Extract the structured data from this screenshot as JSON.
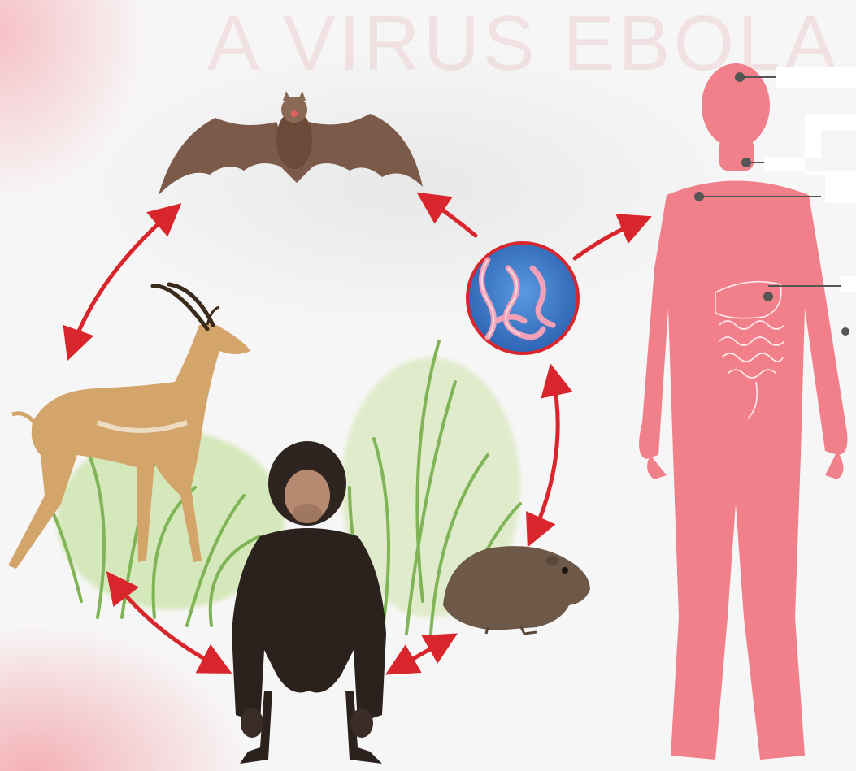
{
  "title": "A VIRUS EBOLA",
  "colors": {
    "arrow": "#d8262c",
    "human": "#f0707c",
    "virus_bg": "#3a78c8",
    "virus_ring": "#d8262c",
    "callout_lines": "#555555"
  },
  "nodes": [
    {
      "name": "bat-illustration"
    },
    {
      "name": "antelope-illustration"
    },
    {
      "name": "chimpanzee-illustration"
    },
    {
      "name": "rodent-illustration"
    },
    {
      "name": "ebola-virus-illustration"
    },
    {
      "name": "human-silhouette"
    }
  ]
}
